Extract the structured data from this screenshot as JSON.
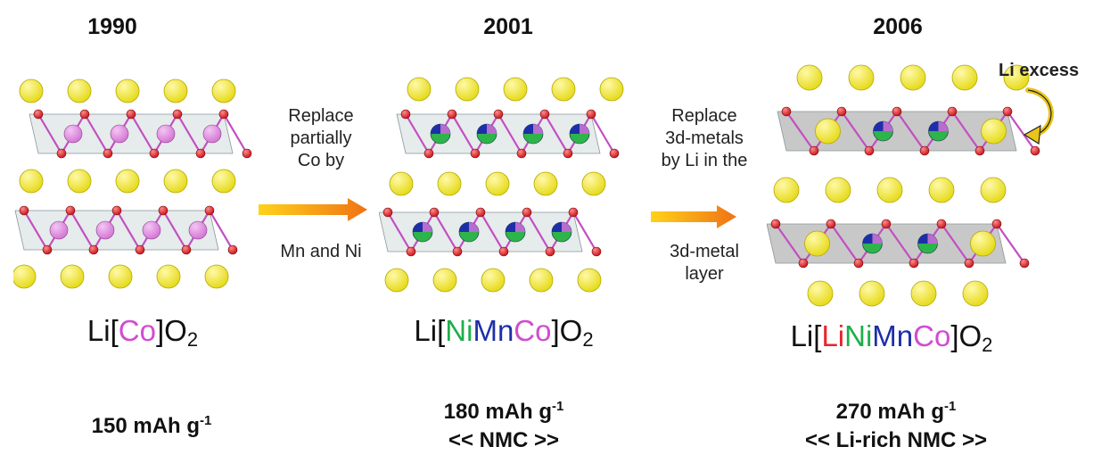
{
  "colors": {
    "li_atom": "#e6db1c",
    "oxygen": "#c8161d",
    "cobalt": "#d477d4",
    "nickel": "#2db44a",
    "manganese": "#1d2fa8",
    "li_red": "#e8242a",
    "arrow_start": "#ffd21a",
    "arrow_end": "#f07214"
  },
  "panels": [
    {
      "year": "1990",
      "formula": {
        "open": "Li[",
        "parts": [
          {
            "text": "Co",
            "color": "#d04dd0"
          }
        ],
        "close": "]O",
        "sub": "2"
      },
      "capacity": {
        "value": "150 mAh g",
        "sup": "-1",
        "label": ""
      }
    },
    {
      "year": "2001",
      "formula": {
        "open": "Li[",
        "parts": [
          {
            "text": "Ni",
            "color": "#1fae4a"
          },
          {
            "text": "Mn",
            "color": "#1d2fa8"
          },
          {
            "text": "Co",
            "color": "#d04dd0"
          }
        ],
        "close": "]O",
        "sub": "2"
      },
      "capacity": {
        "value": "180 mAh g",
        "sup": "-1",
        "label": "<< NMC >>"
      }
    },
    {
      "year": "2006",
      "formula": {
        "open": "Li[",
        "parts": [
          {
            "text": "Li",
            "color": "#e8242a"
          },
          {
            "text": "Ni",
            "color": "#1fae4a"
          },
          {
            "text": "Mn",
            "color": "#1d2fa8"
          },
          {
            "text": "Co",
            "color": "#d04dd0"
          }
        ],
        "close": "]O",
        "sub": "2"
      },
      "capacity": {
        "value": "270 mAh g",
        "sup": "-1",
        "label": "<< Li-rich NMC >>"
      }
    }
  ],
  "transitions": [
    {
      "top_text": "Replace\npartially\nCo by",
      "bottom_text": "Mn and Ni"
    },
    {
      "top_text": "Replace\n3d-metals\nby Li in the",
      "bottom_text": "3d-metal\nlayer"
    }
  ],
  "li_excess_label": "Li excess"
}
